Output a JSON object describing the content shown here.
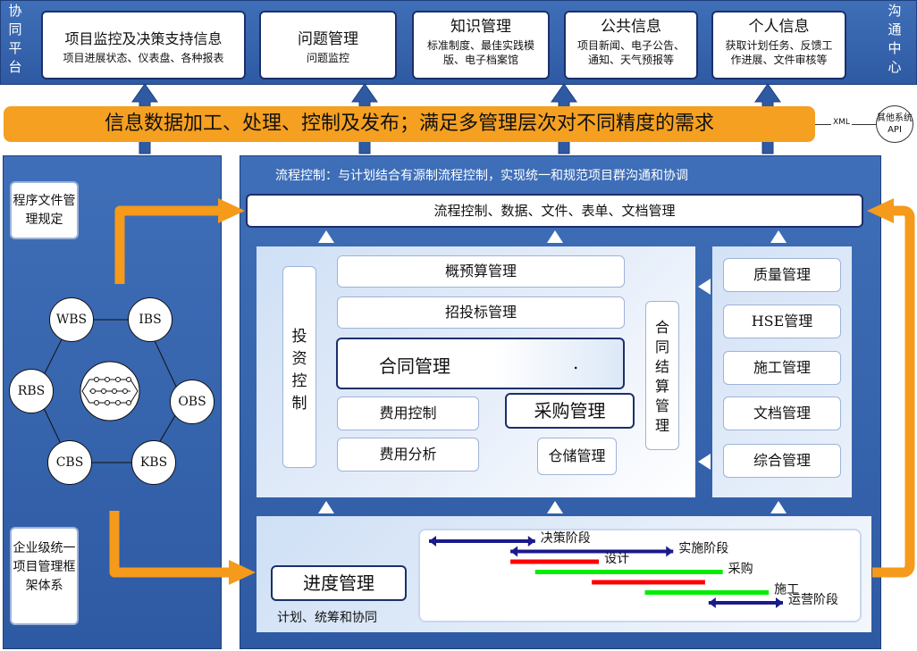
{
  "top": {
    "left_label": "协同平台",
    "right_label": "沟通中心",
    "boxes": [
      {
        "title": "项目监控及决策支持信息",
        "sub": "项目进展状态、仪表盘、各种报表"
      },
      {
        "title": "问题管理",
        "sub": "问题监控"
      },
      {
        "title": "知识管理",
        "sub": "标准制度、最佳实践模版、电子档案馆"
      },
      {
        "title": "公共信息",
        "sub": "项目新闻、电子公告、通知、天气预报等"
      },
      {
        "title": "个人信息",
        "sub": "获取计划任务、反馈工作进展、文件审核等"
      }
    ]
  },
  "banner": {
    "text": "信息数据加工、处理、控制及发布；满足多管理层次对不同精度的需求",
    "xml_label": "XML",
    "api_label": "其他系统API"
  },
  "left": {
    "program_box": "程序文件管理规定",
    "framework_box": "企业级统一项目管理框架体系",
    "nodes": [
      "WBS",
      "IBS",
      "RBS",
      "OBS",
      "CBS",
      "KBS"
    ]
  },
  "main": {
    "header": "流程控制：与计划结合有源制流程控制，实现统一和规范项目群沟通和协调",
    "flow_box": "流程控制、数据、文件、表单、文档管理",
    "invest": "投资控制",
    "estimate": "概预算管理",
    "bidding": "招投标管理",
    "contract": "合同管理",
    "contract_dot": ".",
    "cost_control": "费用控制",
    "cost_analysis": "费用分析",
    "purchase": "采购管理",
    "storage": "仓储管理",
    "settlement": "合同结算管理",
    "right_items": [
      "质量管理",
      "HSE管理",
      "施工管理",
      "文档管理",
      "综合管理"
    ],
    "schedule": "进度管理",
    "schedule_sub": "计划、统筹和协同"
  },
  "gantt": [
    {
      "label": "决策阶段",
      "start": 0,
      "end": 0.3,
      "color": "#1a1a8c",
      "style": "arrow"
    },
    {
      "label": "实施阶段",
      "start": 0.23,
      "end": 0.69,
      "color": "#1a1a8c",
      "style": "arrow"
    },
    {
      "label": "设计",
      "start": 0.23,
      "end": 0.48,
      "color": "#ff0000",
      "style": "bar"
    },
    {
      "label": "采购",
      "start": 0.3,
      "end": 0.83,
      "color": "#00ee00",
      "style": "bar"
    },
    {
      "label": "",
      "start": 0.46,
      "end": 0.78,
      "color": "#ff0000",
      "style": "bar"
    },
    {
      "label": "施工",
      "start": 0.61,
      "end": 0.96,
      "color": "#00ee00",
      "style": "bar"
    },
    {
      "label": "运营阶段",
      "start": 0.79,
      "end": 1.0,
      "color": "#1a1a8c",
      "style": "arrow"
    }
  ],
  "colors": {
    "blue": "#2e5aa3",
    "orange": "#f5a020",
    "arrow_orange": "#f59a1a"
  }
}
